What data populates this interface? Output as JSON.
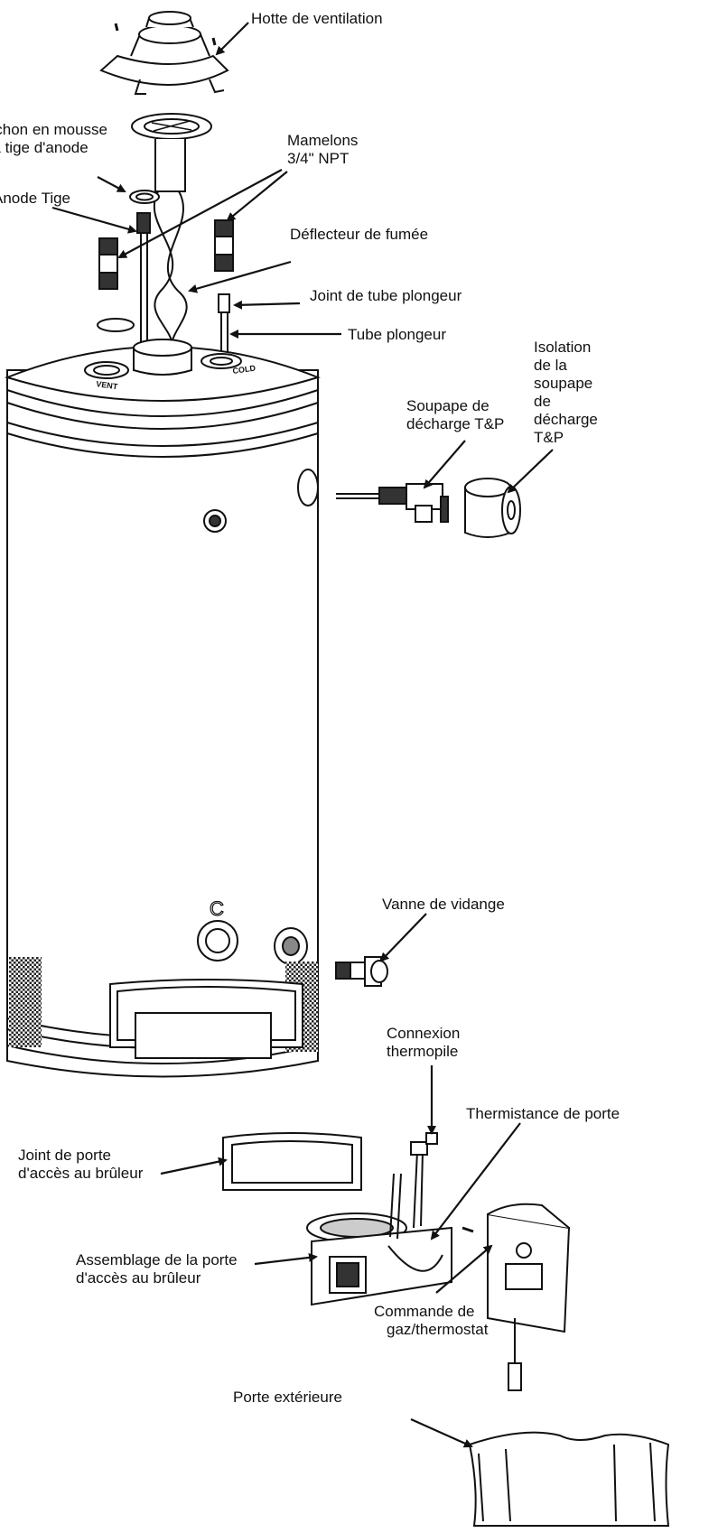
{
  "labels": {
    "hotte": "Hotte de ventilation",
    "bouchon_l1": "Bouchon en mousse",
    "bouchon_l2": "de la tige d'anode",
    "mamelons_l1": "Mamelons",
    "mamelons_l2": "3/4\" NPT",
    "anode": "Anode Tige",
    "deflecteur": "Déflecteur de fumée",
    "joint_tube": "Joint de tube plongeur",
    "tube": "Tube plongeur",
    "isolation_l1": "Isolation",
    "isolation_l2": "de la",
    "isolation_l3": "soupape",
    "isolation_l4": "de",
    "isolation_l5": "décharge",
    "isolation_l6": "T&P",
    "soupape_l1": "Soupape de",
    "soupape_l2": "décharge T&P",
    "vanne": "Vanne de vidange",
    "connexion_l1": "Connexion",
    "connexion_l2": "thermopile",
    "thermistance": "Thermistance de porte",
    "joint_porte_l1": "Joint de porte",
    "joint_porte_l2": "d'accès au brûleur",
    "assemblage_l1": "Assemblage de la porte",
    "assemblage_l2": "d'accès au brûleur",
    "commande_l1": "Commande de",
    "commande_l2": "gaz/thermostat",
    "porte_ext": "Porte extérieure"
  },
  "tank_marks": {
    "vent": "VENT",
    "cold": "COLD",
    "cold_letter": "C"
  },
  "colors": {
    "ink": "#111111",
    "fill": "#ffffff",
    "shade": "#d9d9d9"
  }
}
